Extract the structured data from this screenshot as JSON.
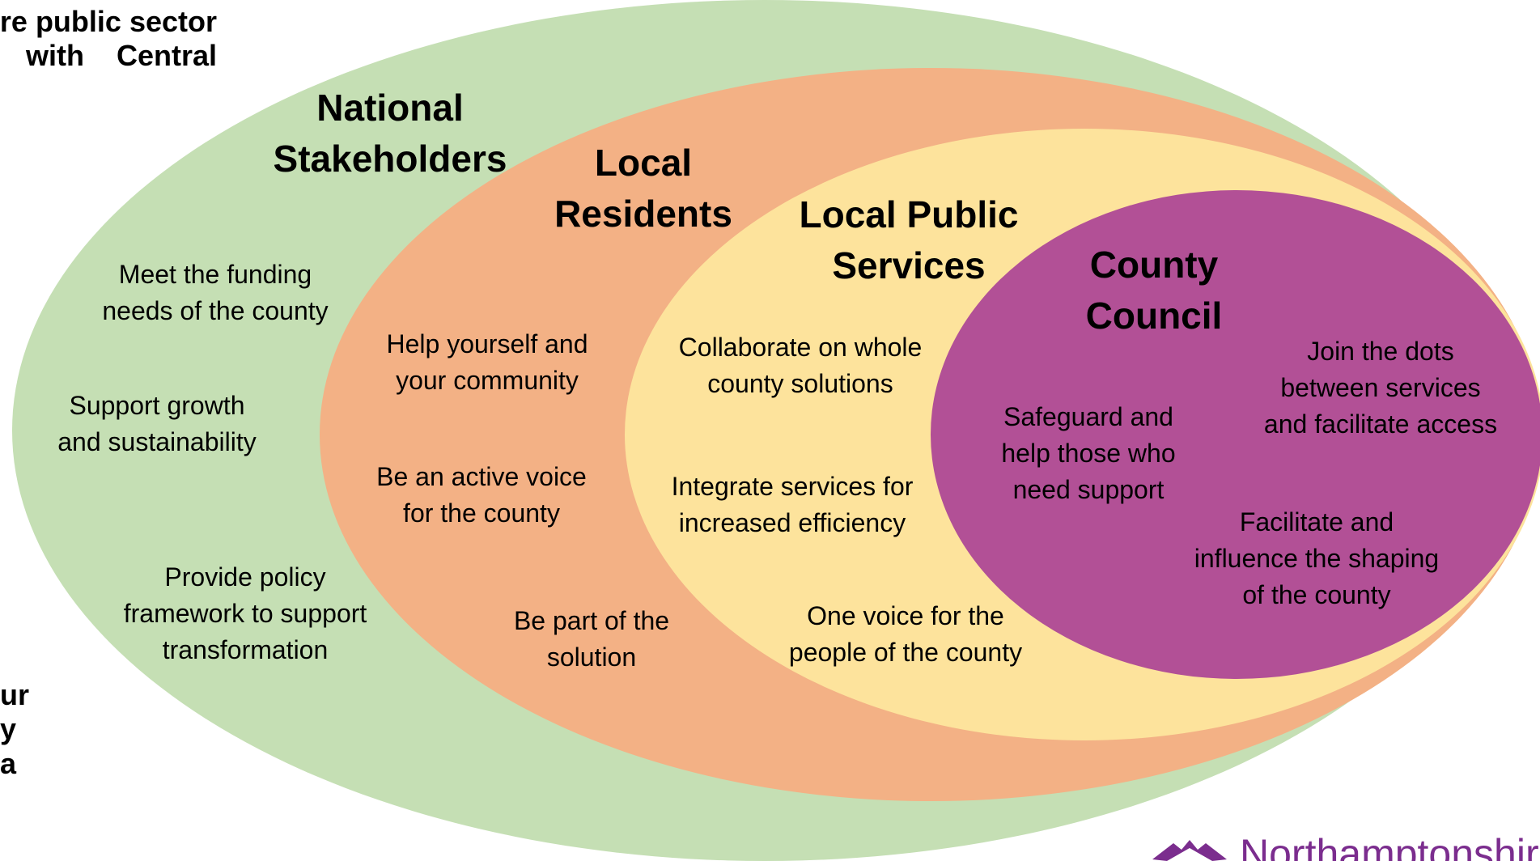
{
  "colors": {
    "national": "#c5dfb4",
    "residents": "#f3b185",
    "services": "#fde39c",
    "council": "#b25096",
    "logo": "#7b2d8e"
  },
  "fragments": {
    "top": [
      "re public sector",
      " with    Central"
    ],
    "left": [
      "ur",
      "y",
      "a"
    ]
  },
  "titles": {
    "national": [
      "National",
      "Stakeholders"
    ],
    "residents": [
      "Local",
      "Residents"
    ],
    "services": [
      "Local Public",
      "Services"
    ],
    "council": [
      "County",
      "Council"
    ]
  },
  "items": {
    "national": [
      [
        "Meet the funding",
        "needs of the county"
      ],
      [
        "Support growth",
        "and sustainability"
      ],
      [
        "Provide policy",
        "framework to support",
        "transformation"
      ]
    ],
    "residents": [
      [
        "Help yourself and",
        "your community"
      ],
      [
        "Be an active voice",
        "for the county"
      ],
      [
        "Be part of the",
        "solution"
      ]
    ],
    "services": [
      [
        "Collaborate on whole",
        "county solutions"
      ],
      [
        "Integrate services for",
        "increased efficiency"
      ],
      [
        "One voice for the",
        "people of the county"
      ]
    ],
    "council": [
      [
        "Safeguard and",
        "help those who",
        "need support"
      ],
      [
        "Join the dots",
        "between services",
        "and facilitate access"
      ],
      [
        "Facilitate and",
        "influence the shaping",
        "of the county"
      ]
    ]
  },
  "logo": {
    "text": "Northamptonshire",
    "icon": "northamptonshire-logo-icon"
  }
}
